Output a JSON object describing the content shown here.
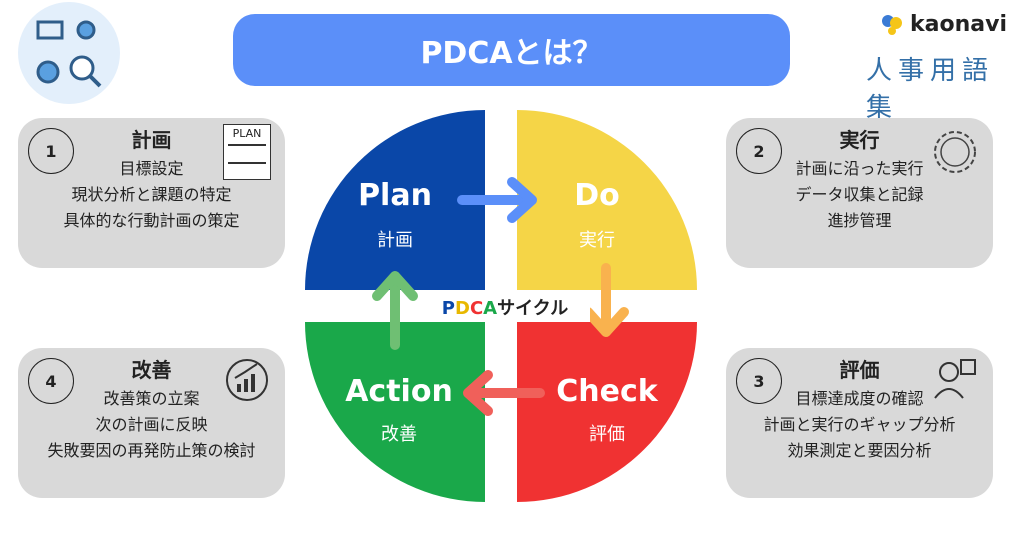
{
  "title": "PDCAとは？",
  "logo": {
    "brand": "kaonavi",
    "subtitle": "人事用語集"
  },
  "cycle_label": {
    "p": "P",
    "d": "D",
    "c": "C",
    "a": "A",
    "rest": "サイクル"
  },
  "quadrants": {
    "plan": {
      "name": "Plan",
      "jp": "計画",
      "color": "#0a47a8"
    },
    "do": {
      "name": "Do",
      "jp": "実行",
      "color": "#f5d547"
    },
    "check": {
      "name": "Check",
      "jp": "評価",
      "color": "#f03232"
    },
    "action": {
      "name": "Action",
      "jp": "改善",
      "color": "#1aa84a"
    }
  },
  "cards": [
    {
      "num": "1",
      "title": "計画",
      "icon_label": "PLAN",
      "lines": [
        "目標設定",
        "現状分析と課題の特定",
        "具体的な行動計画の策定"
      ]
    },
    {
      "num": "2",
      "title": "実行",
      "lines": [
        "計画に沿った実行",
        "データ収集と記録",
        "進捗管理"
      ]
    },
    {
      "num": "3",
      "title": "評価",
      "lines": [
        "目標達成度の確認",
        "計画と実行のギャップ分析",
        "効果測定と要因分析"
      ]
    },
    {
      "num": "4",
      "title": "改善",
      "lines": [
        "改善策の立案",
        "次の計画に反映",
        "失敗要因の再発防止策の検討"
      ]
    }
  ]
}
